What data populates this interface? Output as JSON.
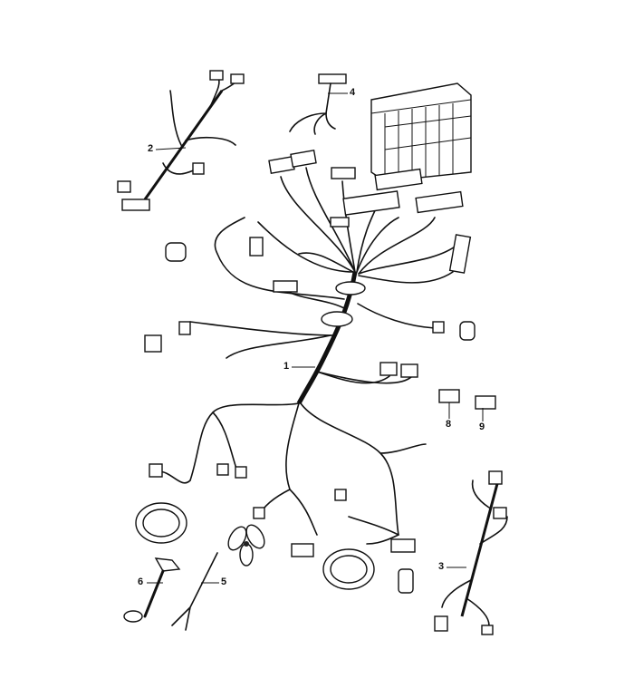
{
  "diagram": {
    "type": "exploded wiring harness parts diagram",
    "callouts": [
      {
        "id": "1",
        "label": "1"
      },
      {
        "id": "2",
        "label": "2"
      },
      {
        "id": "3",
        "label": "3"
      },
      {
        "id": "4",
        "label": "4"
      },
      {
        "id": "5",
        "label": "5"
      },
      {
        "id": "6",
        "label": "6"
      },
      {
        "id": "8",
        "label": "8"
      },
      {
        "id": "9",
        "label": "9"
      }
    ]
  }
}
